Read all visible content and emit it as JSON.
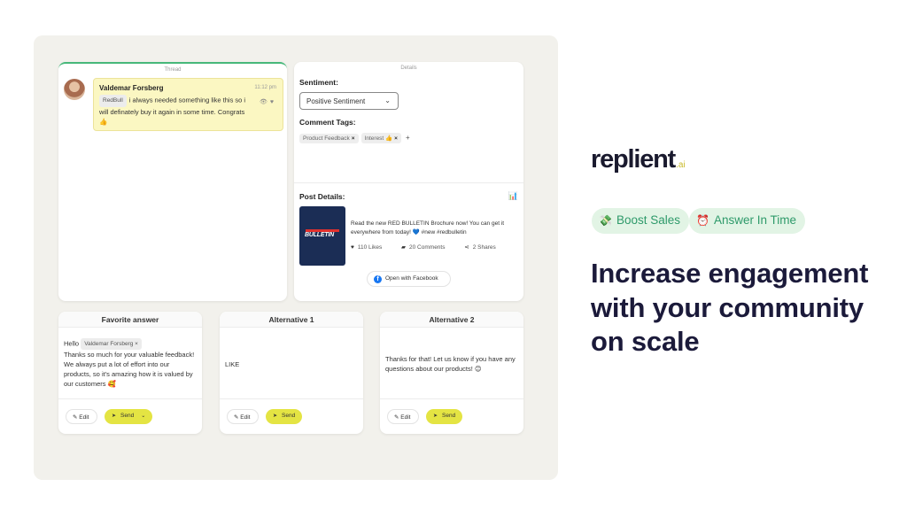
{
  "thread": {
    "label": "Thread",
    "comment": {
      "author": "Valdemar Forsberg",
      "time": "11:12 pm",
      "chip": "RedBull",
      "text": "i always needed something like this so i will definately buy it again in some time. Congrats 👍"
    }
  },
  "details": {
    "label": "Details",
    "sentiment_title": "Sentiment:",
    "sentiment_value": "Positive Sentiment",
    "tags_title": "Comment Tags:",
    "tags": [
      "Product Feedback",
      "Interest 👍"
    ],
    "post_title": "Post Details:",
    "post_image_brand": "BULLETIN",
    "post_text": "Read the new RED BULLETIN Brochure now! You can get it everywhere from today! 💙 #new #redbulletin",
    "likes": "110 Likes",
    "comments": "20 Comments",
    "shares": "2 Shares",
    "fb_button": "Open with Facebook"
  },
  "answers": [
    {
      "title": "Favorite answer",
      "greeting": "Hello",
      "chip": "Valdemar Forsberg",
      "text": "Thanks so much for your valuable feedback! We always put a lot of effort into our products, so it's amazing how it is valued by our customers 🥰",
      "edit": "Edit",
      "send": "Send"
    },
    {
      "title": "Alternative 1",
      "text": "LIKE",
      "edit": "Edit",
      "send": "Send"
    },
    {
      "title": "Alternative 2",
      "text": "Thanks for that! Let us know if you have any questions about our products! 😊",
      "edit": "Edit",
      "send": "Send"
    }
  ],
  "marketing": {
    "logo": "replient",
    "logo_suffix": ".ai",
    "pills": [
      {
        "emoji": "💸",
        "label": "Boost Sales"
      },
      {
        "emoji": "⏰",
        "label": "Answer In Time"
      }
    ],
    "headline": "Increase engagement with your community on scale"
  },
  "colors": {
    "accent_yellow": "#e4e443",
    "pill_bg": "#e2f4e5",
    "pill_text": "#2e9a6a",
    "headline": "#1b1a3a",
    "thread_top": "#47b87a"
  }
}
